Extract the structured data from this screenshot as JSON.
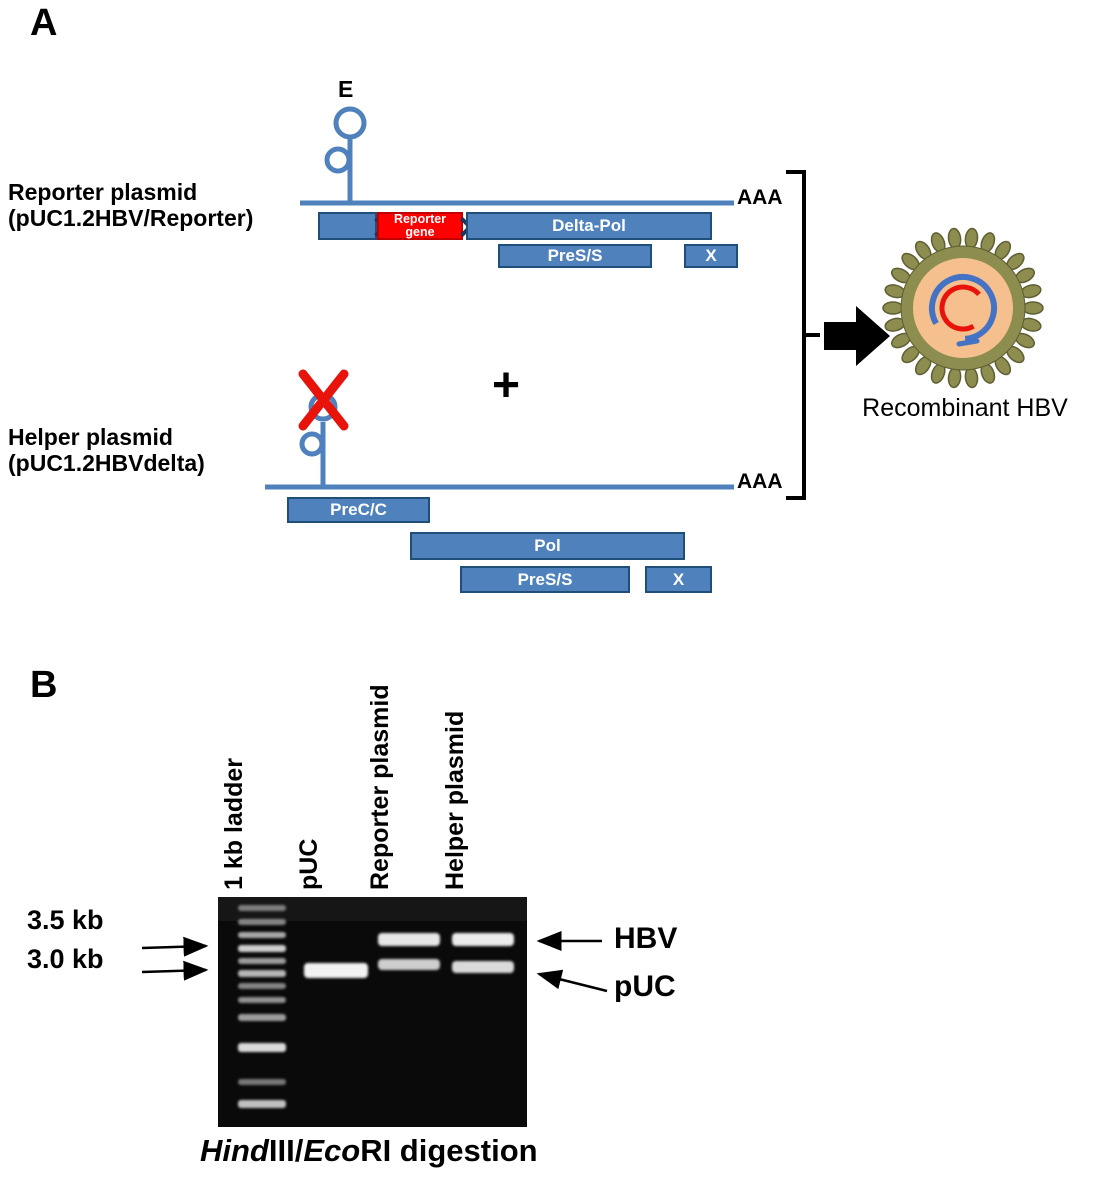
{
  "panel_a": {
    "label": "A",
    "epsilon_label": "E",
    "reporter_name_1": "Reporter plasmid",
    "reporter_name_2": "(pUC1.2HBV/Reporter)",
    "reporter_aaa": "AAA",
    "reporter_gene_line1": "Reporter",
    "reporter_gene_line2": "gene",
    "delta_pol_label": "Delta-Pol",
    "reporter_press_label": "PreS/S",
    "reporter_x_label": "X",
    "plus": "+",
    "helper_name_1": "Helper plasmid",
    "helper_name_2": "(pUC1.2HBVdelta)",
    "helper_aaa": "AAA",
    "precc_label": "PreC/C",
    "pol_label": "Pol",
    "helper_press_label": "PreS/S",
    "helper_x_label": "X",
    "product_label": "Recombinant HBV"
  },
  "panel_b": {
    "label": "B",
    "lanes": [
      {
        "label": "1 kb ladder"
      },
      {
        "label": "pUC"
      },
      {
        "label": "Reporter plasmid"
      },
      {
        "label": "Helper plasmid"
      }
    ],
    "marker_35": "3.5 kb",
    "marker_30": "3.0 kb",
    "band_hbv": "HBV",
    "band_puc": "pUC",
    "caption_hind": "Hind",
    "caption_iii": "III/",
    "caption_eco": "Eco",
    "caption_rest": "RI digestion"
  },
  "colors": {
    "plasmid_line_blue": "#4f81bd",
    "gene_box_blue": "#4f81bd",
    "gene_box_border": "#1f4e79",
    "reporter_gene_red": "#fe0000",
    "delete_x_red": "#e8140c",
    "virus_envelope_olive": "#8c8d4e",
    "virus_capsid_peach": "#f5c08d",
    "genome_blue": "#4472c4",
    "genome_red": "#e8140c",
    "gel_background": "#0a0a0a"
  }
}
